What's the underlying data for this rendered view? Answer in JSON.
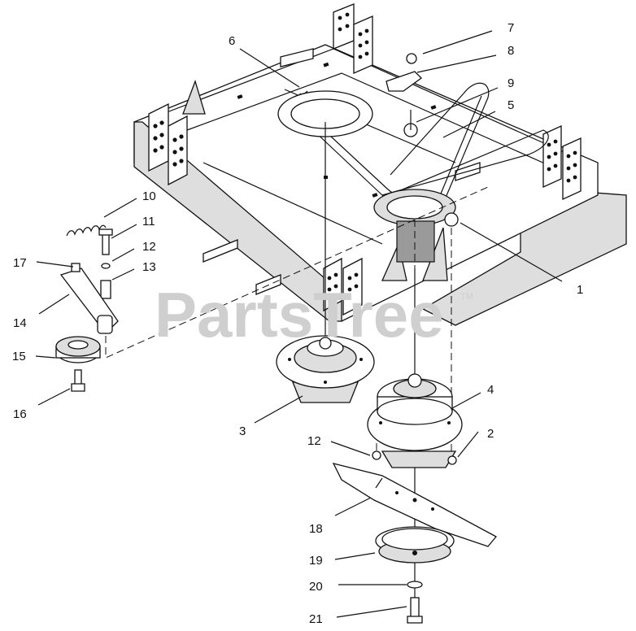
{
  "watermark": {
    "text": "PartsTree",
    "tm": "TM"
  },
  "callouts": [
    "1",
    "2",
    "3",
    "4",
    "5",
    "6",
    "7",
    "8",
    "9",
    "10",
    "11",
    "12",
    "12",
    "13",
    "14",
    "15",
    "16",
    "17",
    "18",
    "19",
    "20",
    "21"
  ]
}
